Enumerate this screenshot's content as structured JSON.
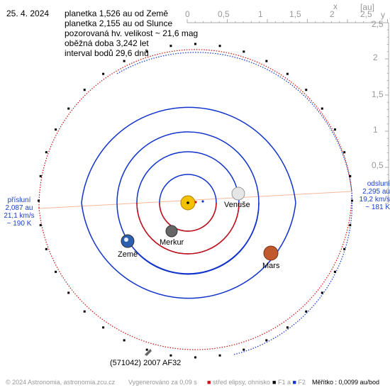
{
  "date": "25. 4. 2024",
  "info_lines": [
    "planetka 1,526 au od Země",
    "planetka 2,155 au od Slunce",
    "pozorovaná hv. velikost ~ 21,6 mag",
    "oběžná doba 3,242 let",
    "interval bodů 29,6 dnů"
  ],
  "axis": {
    "unit": "[au]",
    "x_label": "x",
    "y_label": "y",
    "x_ticks": [
      "0",
      "0,5",
      "1",
      "1,5",
      "2",
      "2,5"
    ],
    "y_ticks": [
      "2,5",
      "2",
      "1,5",
      "1",
      "0,5"
    ]
  },
  "perihelion": [
    "přísluní",
    "2,087 au",
    "21,1 km/s",
    "~ 190 K"
  ],
  "aphelion": [
    "odsluní",
    "2,295 au",
    "19,2 km/s",
    "~ 181 K"
  ],
  "planets": {
    "venus": "Venuše",
    "earth": "Země",
    "mercury": "Merkur",
    "mars": "Mars"
  },
  "asteroid_name": "(571042) 2007 AF32",
  "footer": {
    "copyright": "© 2024 Astronomia, astronomia.zcu.cz",
    "generated": "Vygenerováno za 0,09 s",
    "legend_center": "střed elipsy, ohnisko",
    "legend_foci": "F1 a",
    "legend_f2": "F2",
    "scale": "Měřítko : 0,0099 au/bod"
  },
  "colors": {
    "orbit_blue": "#1133cc",
    "orbit_red": "#cc1111",
    "sun": "#f2c200",
    "apsis_line": "#f4b89a"
  }
}
